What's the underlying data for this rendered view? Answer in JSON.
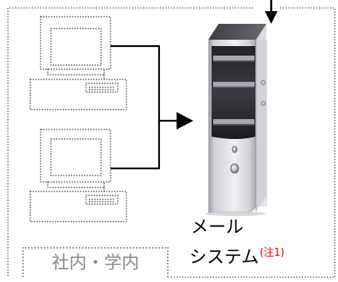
{
  "diagram": {
    "area_label": "社内・学内",
    "server_label_line1": "メール",
    "server_label_line2": "システム",
    "server_note": "(注1)",
    "colors": {
      "line": "#000000",
      "dotted_frame": "#555555",
      "label_frame": "#9a9a9a",
      "label_text": "#8a8a8a",
      "note": "#ff0000"
    },
    "icons": [
      "desktop-pc-icon",
      "desktop-pc-icon",
      "server-tower-icon"
    ]
  }
}
